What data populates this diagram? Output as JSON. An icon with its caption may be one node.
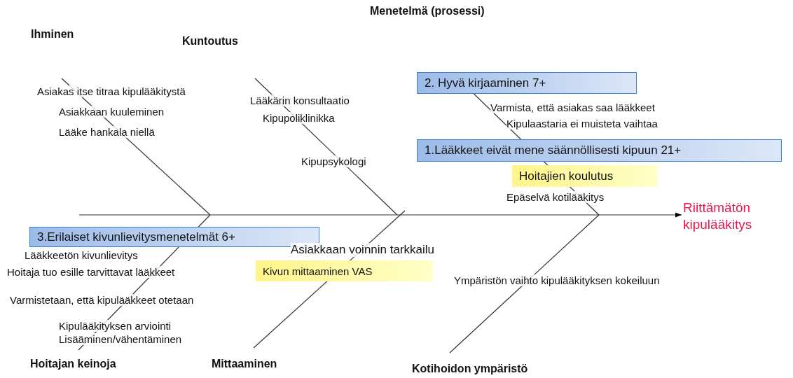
{
  "diagram": {
    "nodes": [
      {
        "text": [
          "2. Hyvä kirjaaminen 7+"
        ]
      },
      {
        "text": [
          "1.Lääkkeet eivät mene säännöllisesti kipuun 21+"
        ]
      },
      {
        "text": [
          "Hoitajien koulutus"
        ]
      },
      {
        "text": [
          "3.Erilaiset kivunlievitysmenetelmät 6+"
        ]
      },
      {
        "text": [
          "Kivun mittaaminen VAS"
        ]
      },
      {
        "text": [
          "Riittämätön kipulääkitys"
        ]
      }
    ],
    "edges": [
      {
        "from": null,
        "to": 5,
        "arrow": "to"
      }
    ],
    "labels": [
      "Menetelmä (prosessi)",
      "Ihminen",
      "Kuntoutus",
      "Asiakas itse titraa kipulääkitystä",
      "Lääkärin konsultaatio",
      "Asiakkaan kuuleminen",
      "Varmista, että asiakas saa lääkkeet",
      "Kipupoliklinikka",
      "Kipulaastaria ei muisteta vaihtaa",
      "Lääke hankala niellä",
      "Kipupsykologi",
      "Epäselvä kotilääkitys",
      "Lääkkeetön kivunlievitys",
      "Asiakkaan voinnin tarkkailu",
      "Hoitaja tuo esille tarvittavat lääkkeet",
      "Ympäristön vaihto kipulääkityksen kokeiluun",
      "Varmistetaan, että kipulääkkeet otetaan",
      "Kipulääkityksen arviointi",
      "Lisääminen/vähentäminen",
      "Hoitajan keinoja",
      "Mittaaminen",
      "Kotihoidon ympäristö"
    ]
  }
}
